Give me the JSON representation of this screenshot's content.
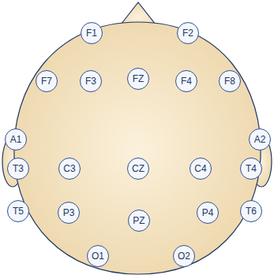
{
  "diagram": {
    "nodes": [
      {
        "text": [
          "F1"
        ]
      },
      {
        "text": [
          "F2"
        ]
      },
      {
        "text": [
          "F7"
        ]
      },
      {
        "text": [
          "F3"
        ]
      },
      {
        "text": [
          "FZ"
        ]
      },
      {
        "text": [
          "F4"
        ]
      },
      {
        "text": [
          "F8"
        ]
      },
      {
        "text": [
          "A1"
        ]
      },
      {
        "text": [
          "A2"
        ]
      },
      {
        "text": [
          "T3"
        ]
      },
      {
        "text": [
          "C3"
        ]
      },
      {
        "text": [
          "CZ"
        ]
      },
      {
        "text": [
          "C4"
        ]
      },
      {
        "text": [
          "T4"
        ]
      },
      {
        "text": [
          "T5"
        ]
      },
      {
        "text": [
          "P3"
        ]
      },
      {
        "text": [
          "PZ"
        ]
      },
      {
        "text": [
          "P4"
        ]
      },
      {
        "text": [
          "T6"
        ]
      },
      {
        "text": [
          "O1"
        ]
      },
      {
        "text": [
          "O2"
        ]
      }
    ]
  }
}
